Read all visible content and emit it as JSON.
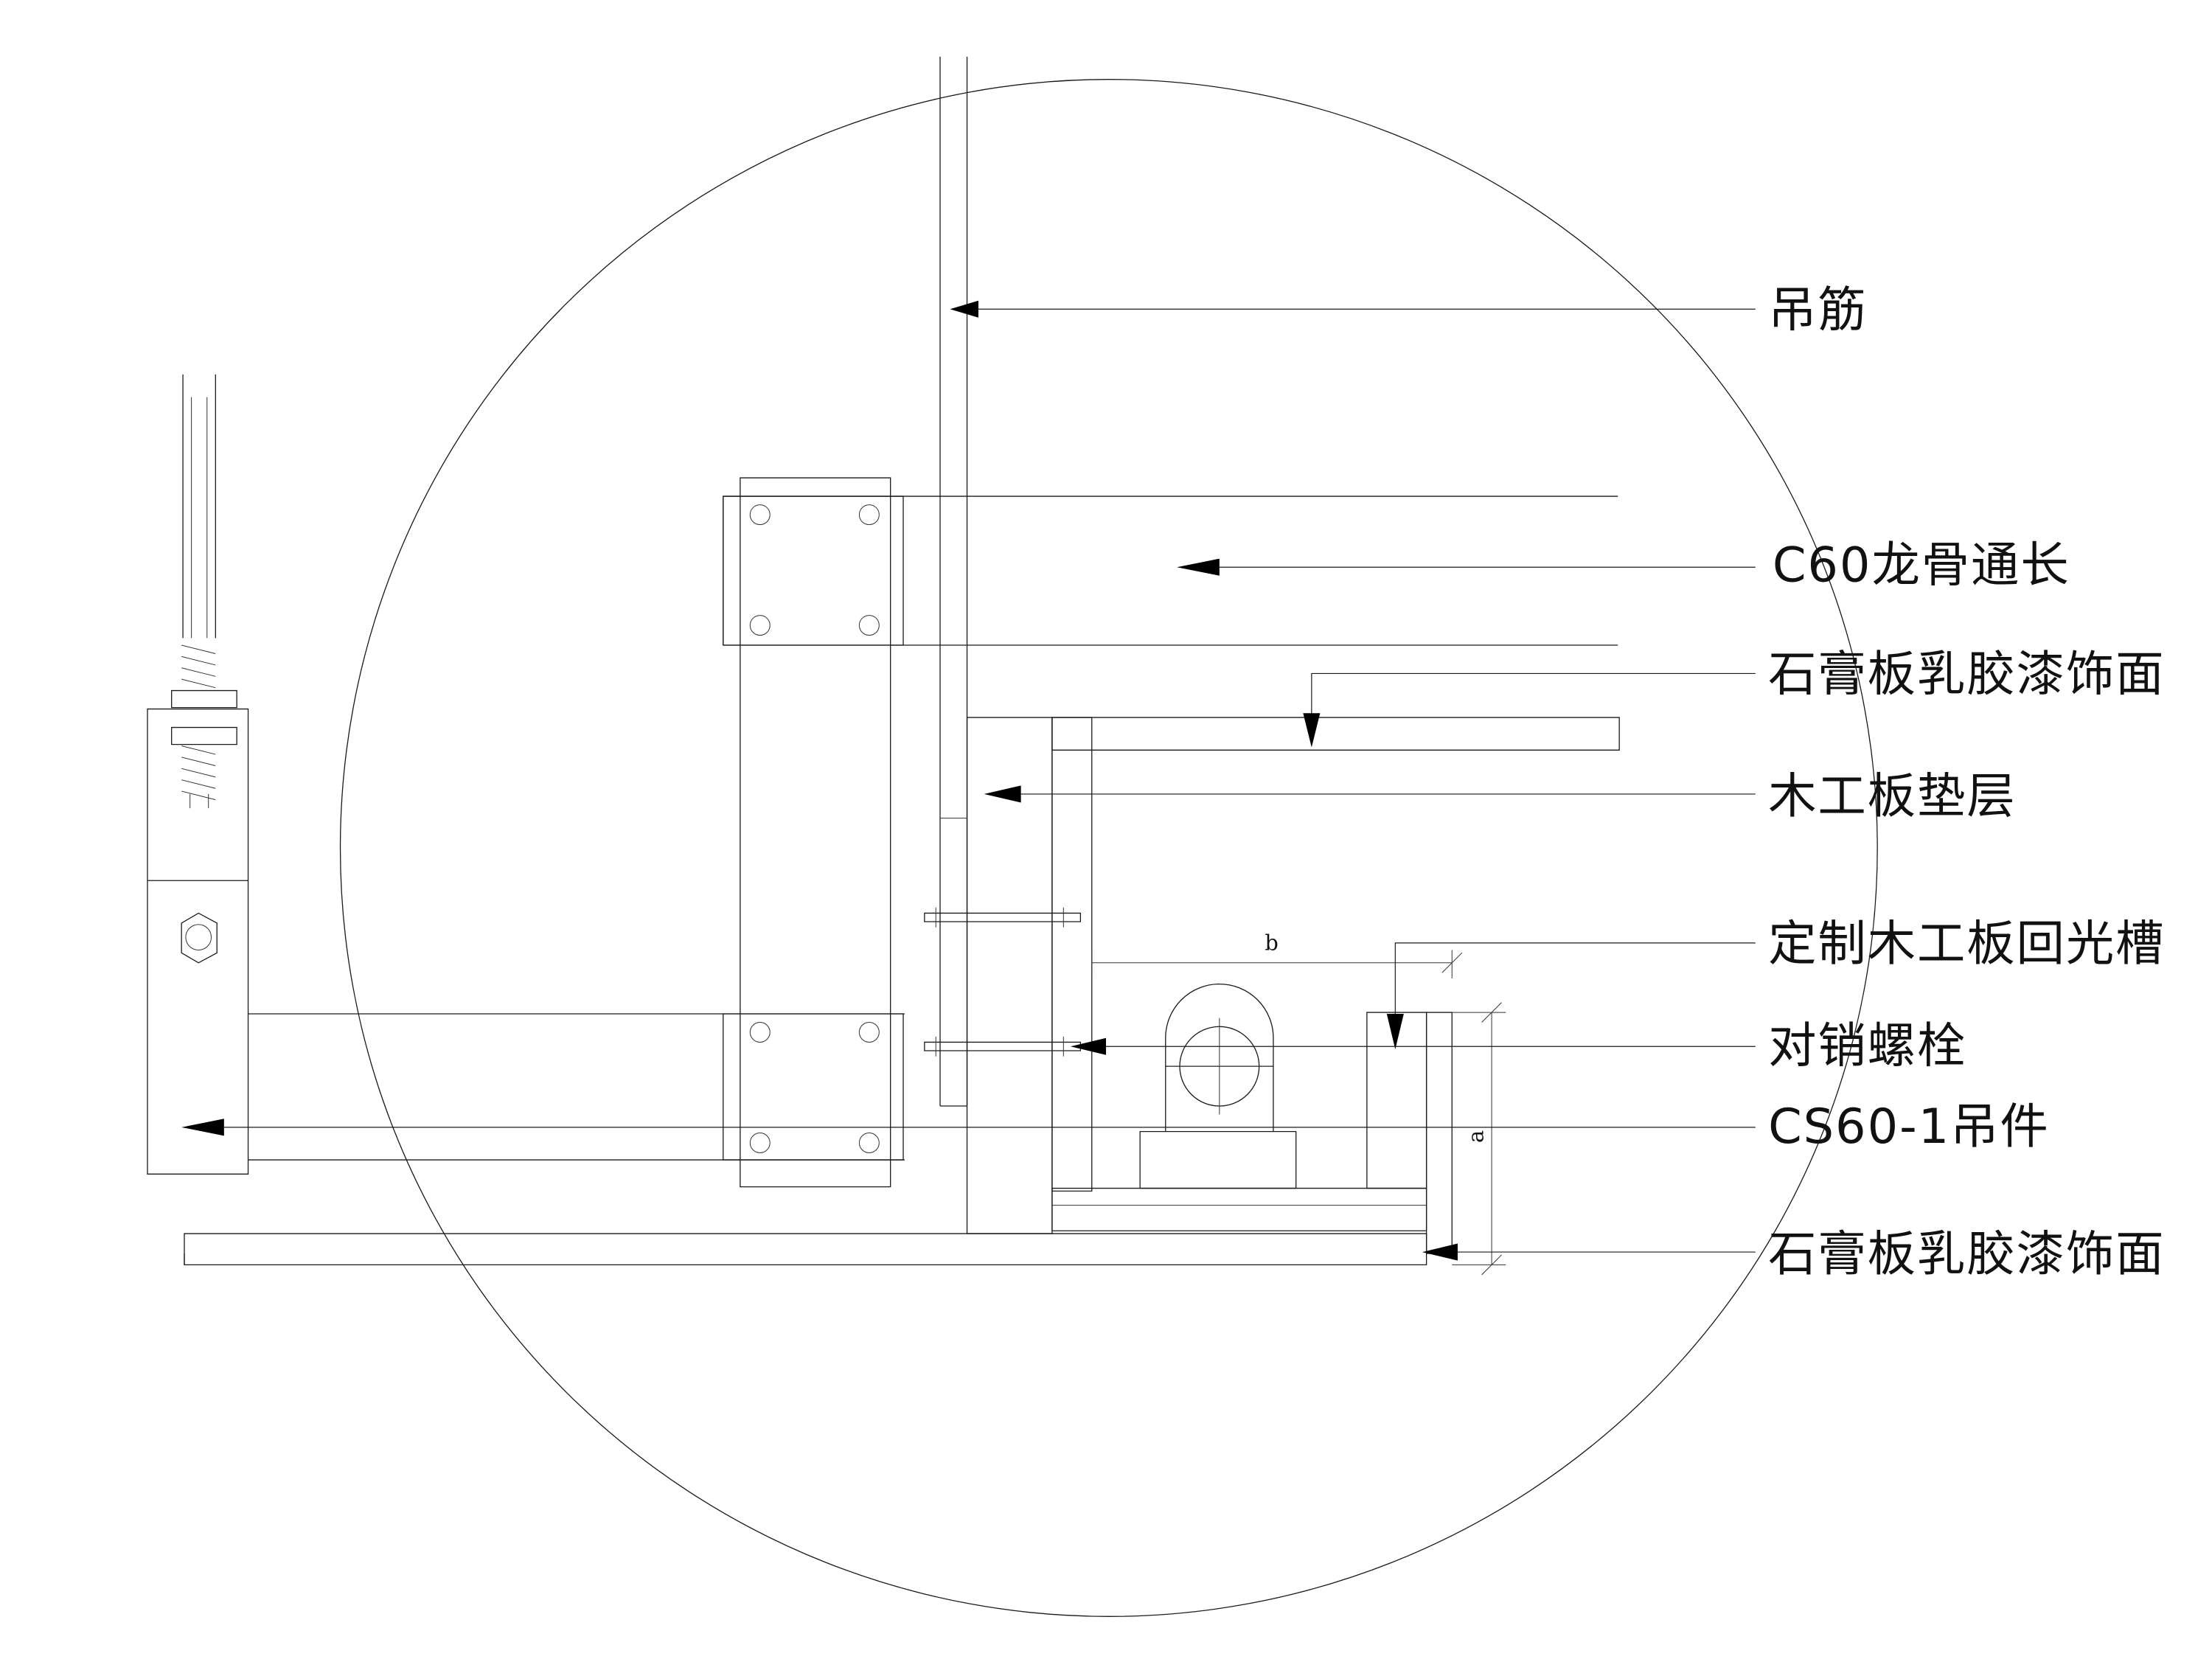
{
  "callouts": {
    "hanger_rod": "吊筋",
    "c60_keel": "C60龙骨通长",
    "gypsum_top": "石膏板乳胶漆饰面",
    "wood_base": "木工板垫层",
    "light_trough": "定制木工板回光槽",
    "bolt": "对销螺栓",
    "cs60_hanger": "CS60-1吊件",
    "gypsum_bottom": "石膏板乳胶漆饰面"
  },
  "dimensions": {
    "width": "b",
    "height": "a"
  }
}
